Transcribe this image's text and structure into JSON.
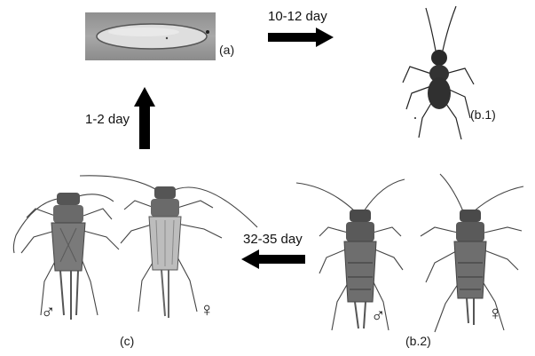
{
  "stages": {
    "egg": {
      "label": "(a)"
    },
    "nymph_early": {
      "label": "(b.1)"
    },
    "nymph_late": {
      "label": "(b.2)"
    },
    "adult": {
      "label": "(c)"
    }
  },
  "transitions": {
    "egg_to_nymph": "10-12 day",
    "nymph_to_adult": "32-35 day",
    "adult_to_egg": "1-2 day"
  },
  "sex_symbols": {
    "male": "♂",
    "female": "♀"
  },
  "colors": {
    "arrow": "#000000",
    "cricket_body": "#3f3f3f",
    "egg_frame": "#9b9b9b",
    "egg": "#dcdcdc"
  }
}
